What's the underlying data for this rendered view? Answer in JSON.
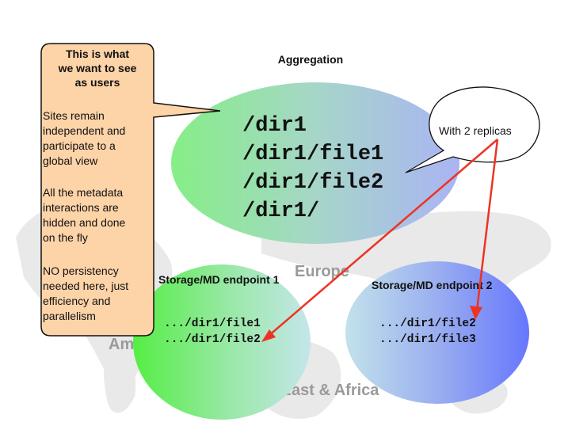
{
  "slide": {
    "title": "Aggregation"
  },
  "callout": {
    "heading_lines": [
      "This is what",
      "we want to see",
      "as users"
    ],
    "paragraphs": [
      [
        "Sites remain",
        "independent and",
        "participate to a",
        "global view"
      ],
      [
        "All the metadata",
        "interactions are",
        "hidden and done",
        "on the fly"
      ],
      [
        "NO persistency",
        "needed here, just",
        "efficiency and",
        "parallelism"
      ]
    ],
    "fill_color": "#fdd3a8"
  },
  "aggregation": {
    "entries": [
      "/dir1",
      "/dir1/file1",
      "/dir1/file2",
      "/dir1/"
    ]
  },
  "replica_bubble": {
    "text": "With 2 replicas"
  },
  "endpoints": [
    {
      "label": "Storage/MD endpoint 1",
      "files": [
        ".../dir1/file1",
        ".../dir1/file2"
      ]
    },
    {
      "label": "Storage/MD endpoint 2",
      "files": [
        ".../dir1/file2",
        ".../dir1/file3"
      ]
    }
  ],
  "map_labels": {
    "europe": "Europe",
    "americas": "Ame",
    "mea": "ddle East & Africa"
  },
  "colors": {
    "arrow": "#ee3322",
    "green": "#66ee55",
    "blue": "#6677ff"
  }
}
